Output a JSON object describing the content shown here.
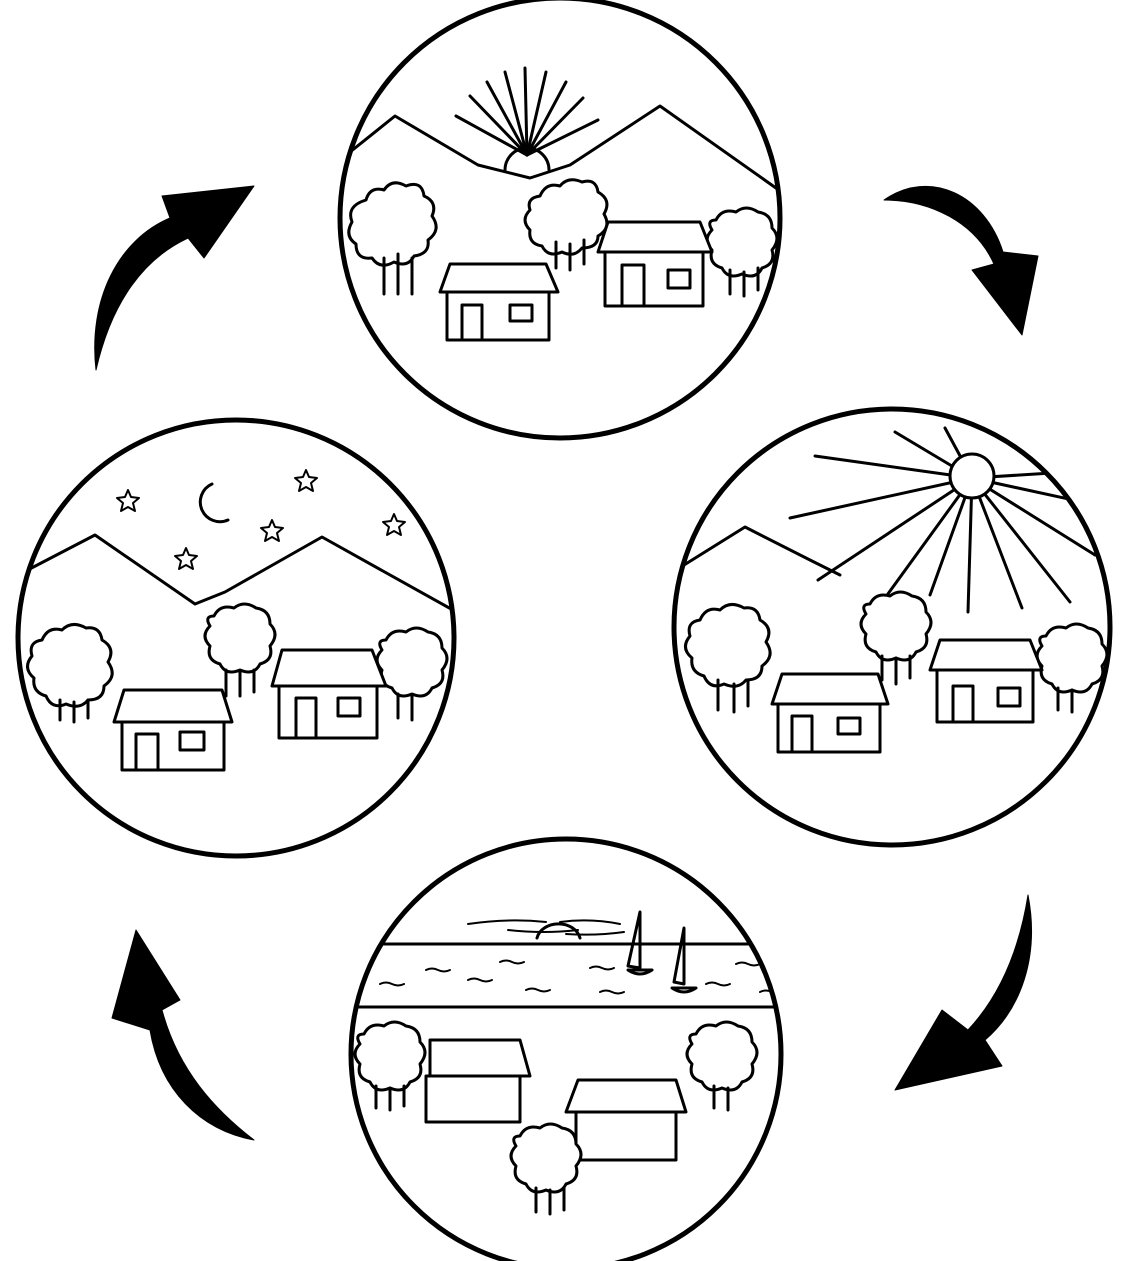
{
  "diagram": {
    "scenes": [
      {
        "id": "sunrise",
        "elements": [
          "mountains",
          "rising-sun",
          "trees",
          "houses"
        ]
      },
      {
        "id": "midday",
        "elements": [
          "mountains",
          "sun",
          "sun-rays",
          "trees",
          "houses"
        ]
      },
      {
        "id": "sunset",
        "elements": [
          "sea",
          "setting-sun",
          "clouds",
          "sailboats",
          "trees",
          "houses"
        ]
      },
      {
        "id": "night",
        "elements": [
          "mountains",
          "crescent-moon",
          "stars",
          "trees",
          "houses"
        ]
      }
    ],
    "cycle_direction": "clockwise",
    "arrows": [
      {
        "from": "sunrise",
        "to": "midday"
      },
      {
        "from": "midday",
        "to": "sunset"
      },
      {
        "from": "sunset",
        "to": "night"
      },
      {
        "from": "night",
        "to": "sunrise"
      }
    ],
    "colors": {
      "ink": "#000000",
      "background": "#ffffff"
    }
  }
}
